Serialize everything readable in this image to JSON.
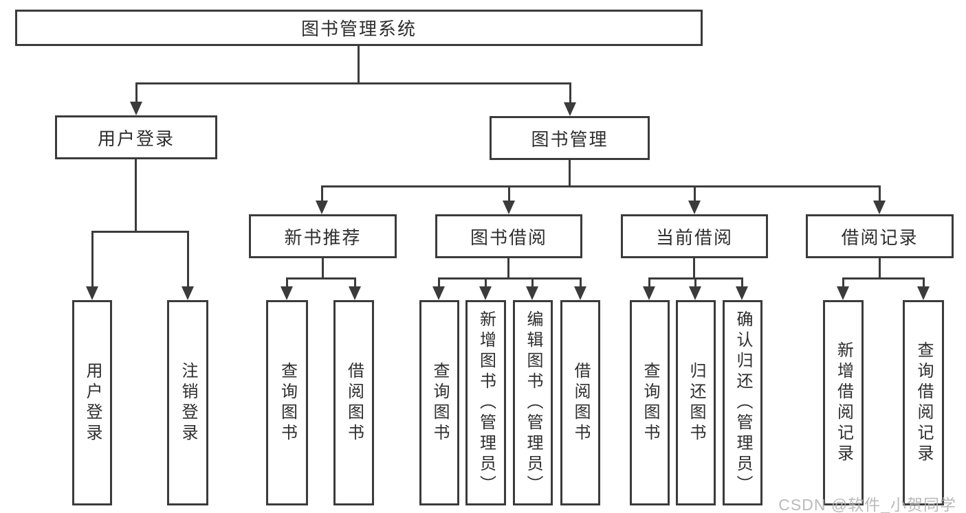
{
  "root": {
    "label": "图书管理系统"
  },
  "branches": [
    {
      "label": "用户登录"
    },
    {
      "label": "图书管理"
    }
  ],
  "modules": [
    {
      "label": "新书推荐"
    },
    {
      "label": "图书借阅"
    },
    {
      "label": "当前借阅"
    },
    {
      "label": "借阅记录"
    }
  ],
  "leaves": [
    {
      "label": "用户登录"
    },
    {
      "label": "注销登录"
    },
    {
      "label": "查询图书"
    },
    {
      "label": "借阅图书"
    },
    {
      "label": "查询图书"
    },
    {
      "label": "新增图书（管理员）"
    },
    {
      "label": "编辑图书（管理员）"
    },
    {
      "label": "借阅图书"
    },
    {
      "label": "查询图书"
    },
    {
      "label": "归还图书"
    },
    {
      "label": "确认归还（管理员）"
    },
    {
      "label": "新增借阅记录"
    },
    {
      "label": "查询借阅记录"
    }
  ],
  "watermark": {
    "text": "CSDN @软件_小贺同学"
  },
  "colors": {
    "line": "#3b3b3b",
    "text": "#2e2e2e",
    "background": "#ffffff",
    "watermark": "#b2b2b2"
  }
}
